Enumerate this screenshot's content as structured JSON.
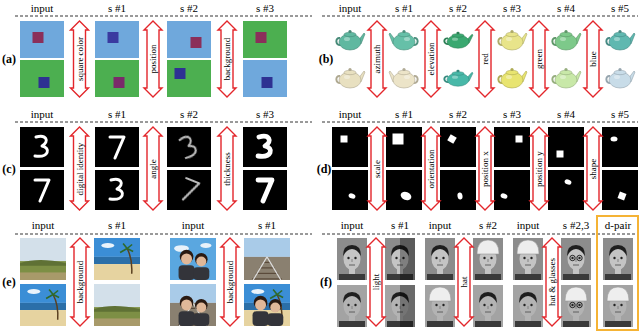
{
  "diagram": {
    "labels": [
      "(a)",
      "input",
      "s #1",
      "s #2",
      "s #3",
      "square color",
      "position",
      "background",
      "(b)",
      "input",
      "s #1",
      "s #2",
      "s #3",
      "s #4",
      "s #5",
      "azimuth",
      "elevation",
      "red",
      "green",
      "blue",
      "(c)",
      "input",
      "s #1",
      "s #2",
      "s #3",
      "digital identity",
      "angle",
      "thickness",
      "(d)",
      "input",
      "s #1",
      "s #2",
      "s #3",
      "s #4",
      "s #5",
      "scale",
      "orientation",
      "position x",
      "position y",
      "shape",
      "(e)",
      "input",
      "s #1",
      "input",
      "s #1",
      "background",
      "background",
      "(f)",
      "input",
      "s #1",
      "input",
      "s #2",
      "input",
      "s #2,3",
      "d-pair",
      "light",
      "hat",
      "hat & glasses"
    ]
  }
}
